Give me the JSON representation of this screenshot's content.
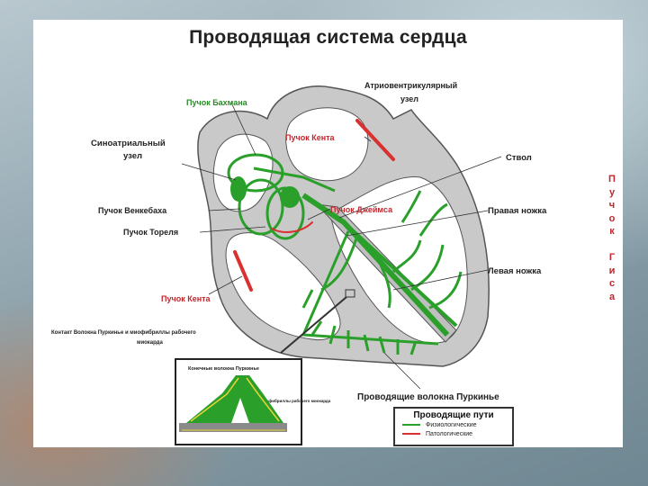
{
  "title": "Проводящая система сердца",
  "labels": {
    "bachmann": "Пучок Бахмана",
    "av_node_1": "Атриовентрикулярный",
    "av_node_2": "узел",
    "sa_node_1": "Синоатриальный",
    "sa_node_2": "узел",
    "kent_top": "Пучок Кента",
    "stem": "Ствол",
    "wenckebach": "Пучок Венкебаха",
    "james": "Пучок Джеймса",
    "right_branch": "Правая ножка",
    "thorel": "Пучок Тореля",
    "left_branch": "Левая ножка",
    "kent_bottom": "Пучок Кента",
    "contact_1": "Контакт Волокна Пуркинье и миофибриллы рабочего",
    "contact_2": "миокарда",
    "purkinje": "Проводящие волокна Пуркинье",
    "inset_top": "Конечные волокна Пуркинье",
    "inset_side": "Миофибриллы рабочего миокарда"
  },
  "his_bundle_letters": [
    "П",
    "у",
    "ч",
    "о",
    "к",
    "",
    "Г",
    "и",
    "с",
    "а"
  ],
  "legend": {
    "title": "Проводящие пути",
    "physiological": "Физиологические",
    "pathological": "Патологические"
  },
  "colors": {
    "physiological": "#2aa02a",
    "pathological": "#d93030",
    "heart_wall": "#c9c9c9"
  }
}
